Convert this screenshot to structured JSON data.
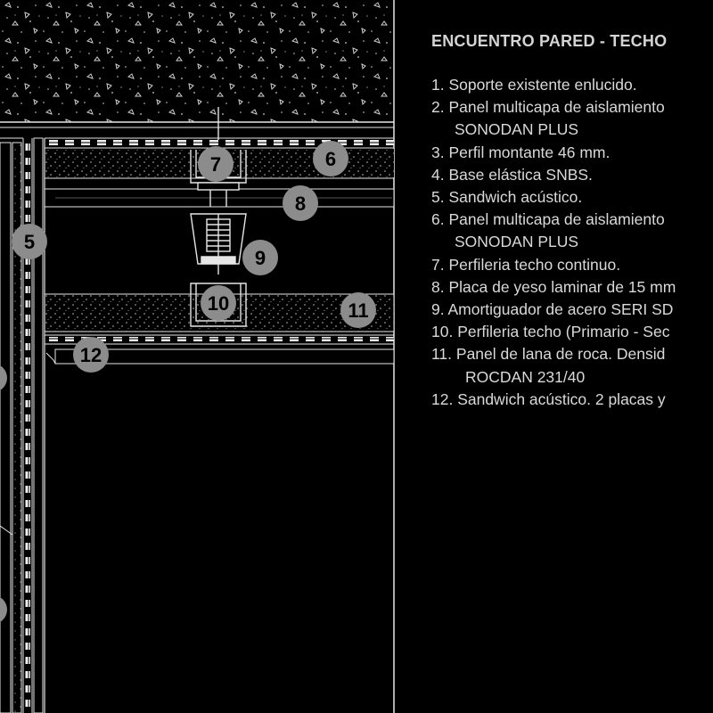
{
  "title": "ENCUENTRO PARED - TECHO",
  "legend": [
    {
      "text": "1. Soporte existente enlucido.",
      "cont": "",
      "indent": 0
    },
    {
      "text": "2. Panel multicapa de aislamiento",
      "cont": "SONODAN PLUS",
      "indent": 26
    },
    {
      "text": "3. Perfil montante 46 mm.",
      "cont": "",
      "indent": 0
    },
    {
      "text": "4. Base elástica SNBS.",
      "cont": "",
      "indent": 0
    },
    {
      "text": "5. Sandwich acústico.",
      "cont": "",
      "indent": 0
    },
    {
      "text": "6. Panel multicapa de aislamiento",
      "cont": "SONODAN PLUS",
      "indent": 26
    },
    {
      "text": "7. Perfileria techo continuo.",
      "cont": "",
      "indent": 0
    },
    {
      "text": "8. Placa de yeso laminar de 15 mm",
      "cont": "",
      "indent": 0
    },
    {
      "text": "9. Amortiguador de acero SERI SD",
      "cont": "",
      "indent": 0
    },
    {
      "text": "10. Perfileria techo (Primario - Sec",
      "cont": "",
      "indent": 0
    },
    {
      "text": "11. Panel de lana de roca. Densid",
      "cont": "ROCDAN 231/40",
      "indent": 38
    },
    {
      "text": "12. Sandwich acústico. 2 placas y",
      "cont": "",
      "indent": 0
    }
  ],
  "callouts": [
    "7",
    "6",
    "8",
    "5",
    "9",
    "10",
    "11",
    "12"
  ],
  "colors": {
    "background": "#000000",
    "lines": "#e6e6e6",
    "callout_fill": "#8c8c8c",
    "text": "#d9d9d9"
  }
}
